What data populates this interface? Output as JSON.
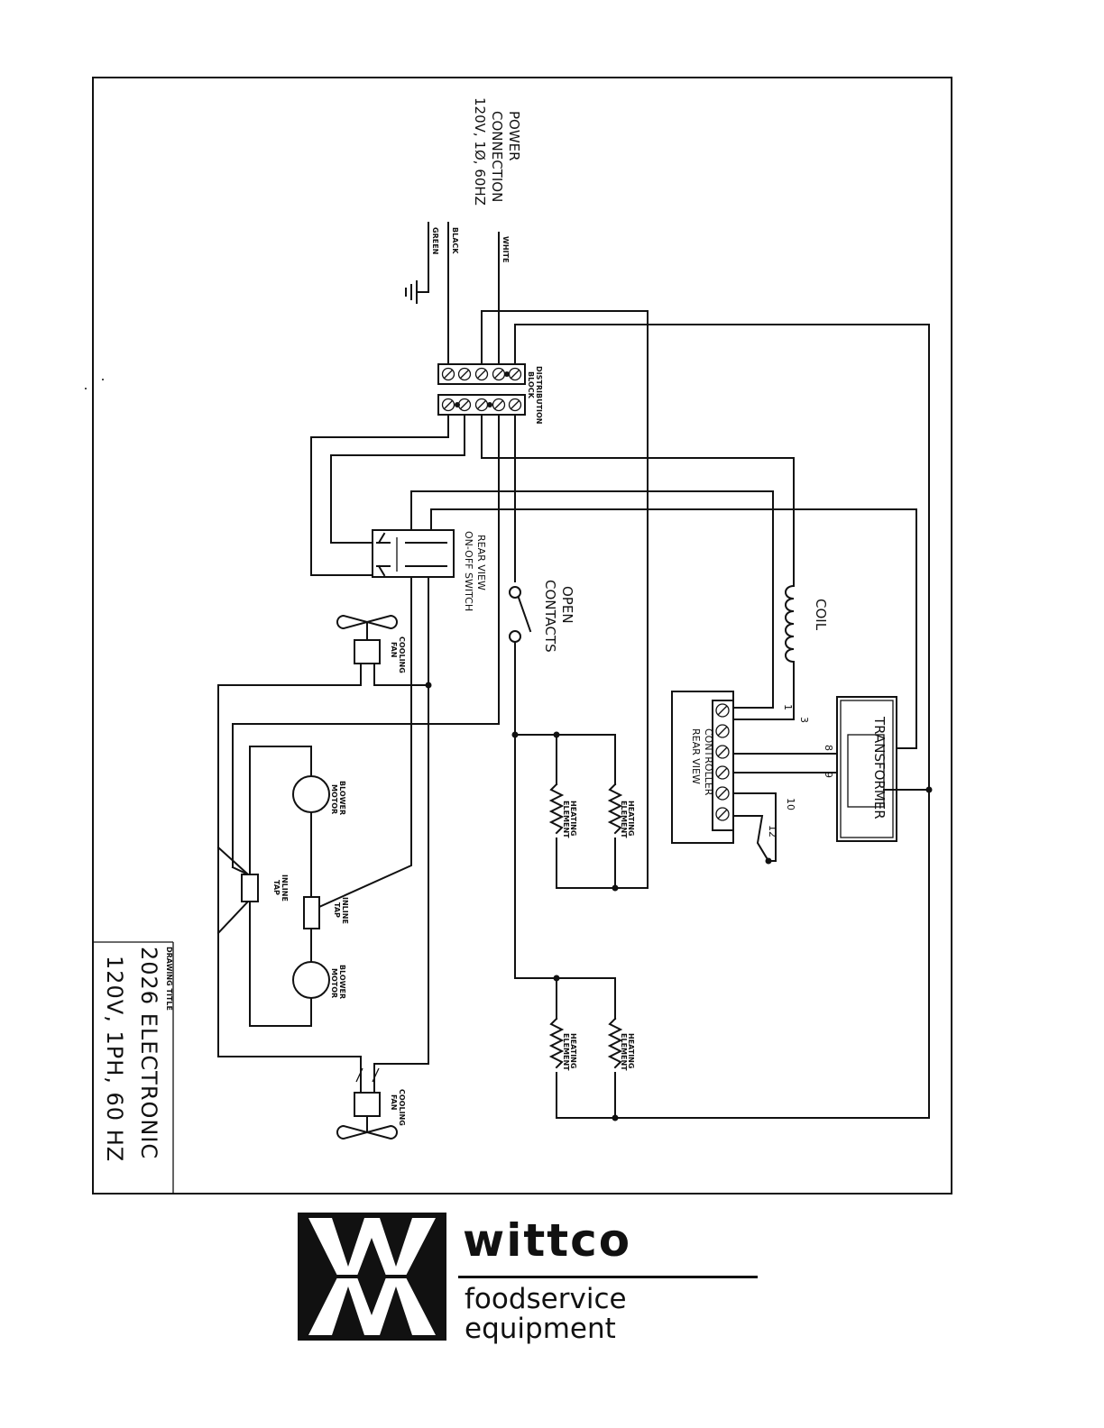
{
  "drawing": {
    "power_connection": {
      "line1": "POWER",
      "line2": "CONNECTION",
      "line3": "120V, 1Ø, 60HZ"
    },
    "wires": {
      "white": "WHITE",
      "black": "BLACK",
      "green": "GREEN"
    },
    "distribution_block": {
      "line1": "DISTRIBUTION",
      "line2": "BLOCK"
    },
    "switch": {
      "line1": "REAR VIEW",
      "line2": "ON-OFF SWITCH"
    },
    "open_contacts": {
      "line1": "OPEN",
      "line2": "CONTACTS"
    },
    "coil": "COIL",
    "controller": {
      "line1": "CONTROLLER",
      "line2": "REAR VIEW"
    },
    "transformer": "TRANSFORMER",
    "terminal_numbers": [
      "1",
      "3",
      "8",
      "9",
      "10",
      "12"
    ],
    "cooling_fan": {
      "line1": "COOLING",
      "line2": "FAN"
    },
    "blower_motor": {
      "line1": "BLOWER",
      "line2": "MOTOR"
    },
    "inline_tap": {
      "line1": "INLINE",
      "line2": "TAP"
    },
    "heating_element": {
      "line1": "HEATING",
      "line2": "ELEMENT"
    },
    "title_block": {
      "label": "DRAWING TITLE",
      "model": "2026 ELECTRONIC",
      "spec": "120V, 1PH, 60 HZ"
    }
  },
  "logo": {
    "brand": "wittco",
    "tagline_line1": "foodservice",
    "tagline_line2": "equipment"
  }
}
